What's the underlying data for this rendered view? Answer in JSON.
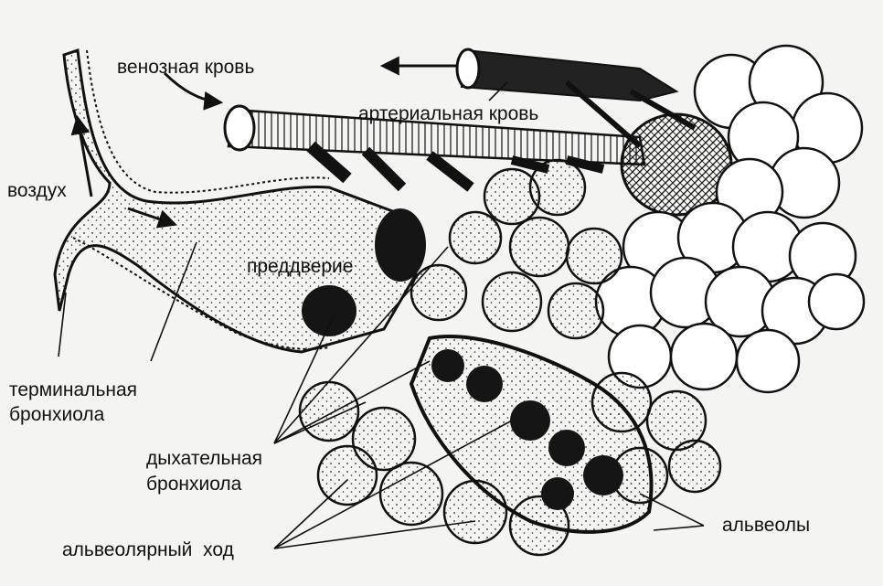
{
  "labels": {
    "venous_blood": "венозная кровь",
    "arterial_blood": "артериальная кровь",
    "air": "воздух",
    "vestibule": "преддверие",
    "terminal_bronchiole_line1": "терминальная",
    "terminal_bronchiole_line2": "бронхиола",
    "respiratory_bronchiole_line1": "дыхательная",
    "respiratory_bronchiole_line2": "бронхиола",
    "alveolar_duct": "альвеолярный  ход",
    "alveoli": "альвеолы"
  },
  "colors": {
    "ink": "#111111",
    "paper": "#f4f4f2"
  }
}
